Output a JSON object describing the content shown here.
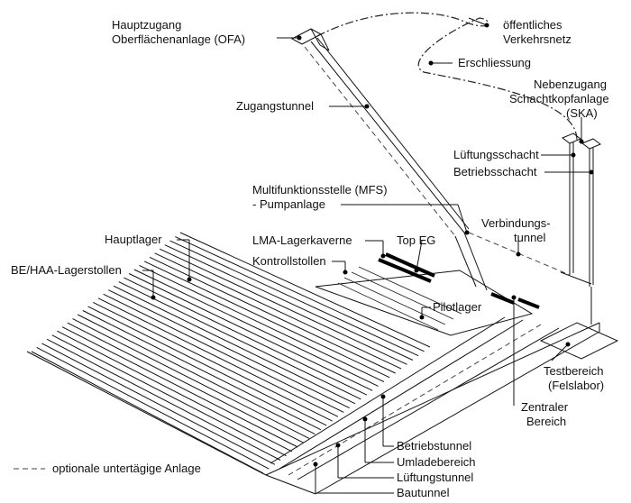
{
  "labels": {
    "ofa_1": "Hauptzugang",
    "ofa_2": "Oberflächenanlage (OFA)",
    "verkehrsnetz_1": "öffentliches",
    "verkehrsnetz_2": "Verkehrsnetz",
    "erschliessung": "Erschliessung",
    "ska_1": "Nebenzugang",
    "ska_2": "Schachtkopfanlage",
    "ska_3": "(SKA)",
    "zugangstunnel": "Zugangstunnel",
    "lueftungsschacht": "Lüftungsschacht",
    "betriebsschacht": "Betriebsschacht",
    "mfs_1": "Multifunktionsstelle (MFS)",
    "mfs_2": "- Pumpanlage",
    "verbindungstunnel_1": "Verbindungs-",
    "verbindungstunnel_2": "tunnel",
    "hauptlager": "Hauptlager",
    "lma": "LMA-Lagerkaverne",
    "top_eg": "Top EG",
    "kontrollstollen": "Kontrollstollen",
    "be_haa": "BE/HAA-Lagerstollen",
    "pilotlager": "Pilotlager",
    "testbereich_1": "Testbereich",
    "testbereich_2": "(Felslabor)",
    "zentraler_1": "Zentraler",
    "zentraler_2": "Bereich",
    "betriebstunnel": "Betriebstunnel",
    "umladebereich": "Umladebereich",
    "lueftungstunnel": "Lüftungstunnel",
    "bautunnel": "Bautunnel",
    "legend": "optionale untertägige Anlage"
  }
}
